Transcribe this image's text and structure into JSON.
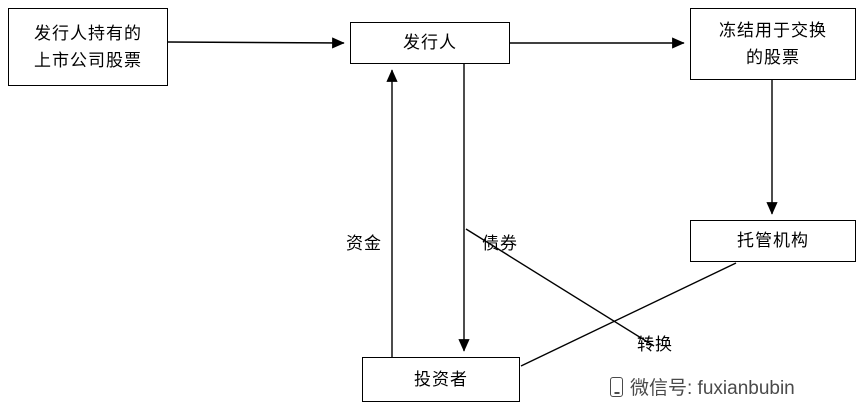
{
  "diagram": {
    "boxes": {
      "issuer_shares": {
        "line1": "发行人持有的",
        "line2": "上市公司股票"
      },
      "issuer": {
        "label": "发行人"
      },
      "frozen_shares": {
        "line1": "冻结用于交换",
        "line2": "的股票"
      },
      "custodian": {
        "label": "托管机构"
      },
      "investor": {
        "label": "投资者"
      }
    },
    "edge_labels": {
      "funds": "资金",
      "bonds": "债券",
      "conversion": "转换"
    },
    "colors": {
      "line": "#000000",
      "box_border": "#000000",
      "background": "#ffffff"
    }
  },
  "watermark": {
    "icon": "phone-icon",
    "text": "微信号: fuxianbubin",
    "color": "#4a4a4a"
  }
}
